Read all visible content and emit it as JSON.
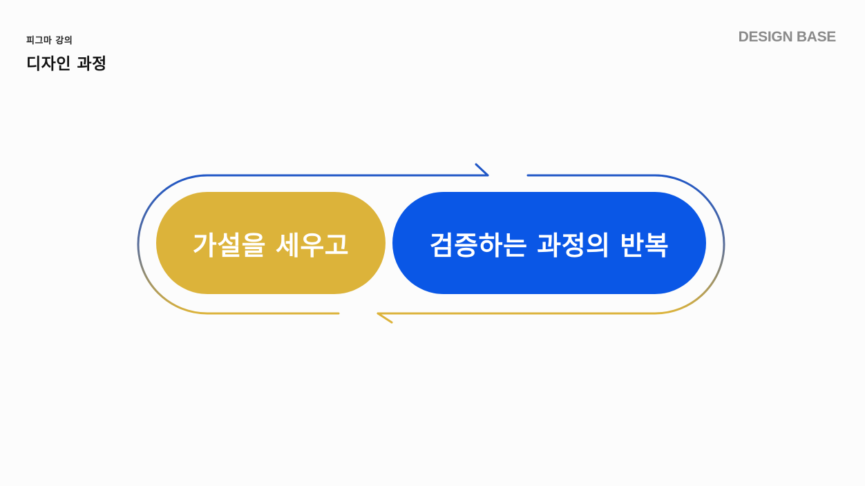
{
  "header": {
    "course_label": "피그마 강의",
    "title": "디자인 과정"
  },
  "brand": {
    "logo_text": "DESIGN BASE"
  },
  "diagram": {
    "step_hypothesis": "가설을 세우고",
    "step_validation": "검증하는 과정의 반복"
  },
  "colors": {
    "gold": "#dcb33a",
    "blue": "#0a57e6",
    "cycle_top": "#1f56c6",
    "cycle_bottom": "#dcb33a",
    "text_dark": "#111111",
    "logo_gray": "#8a8a8a"
  }
}
